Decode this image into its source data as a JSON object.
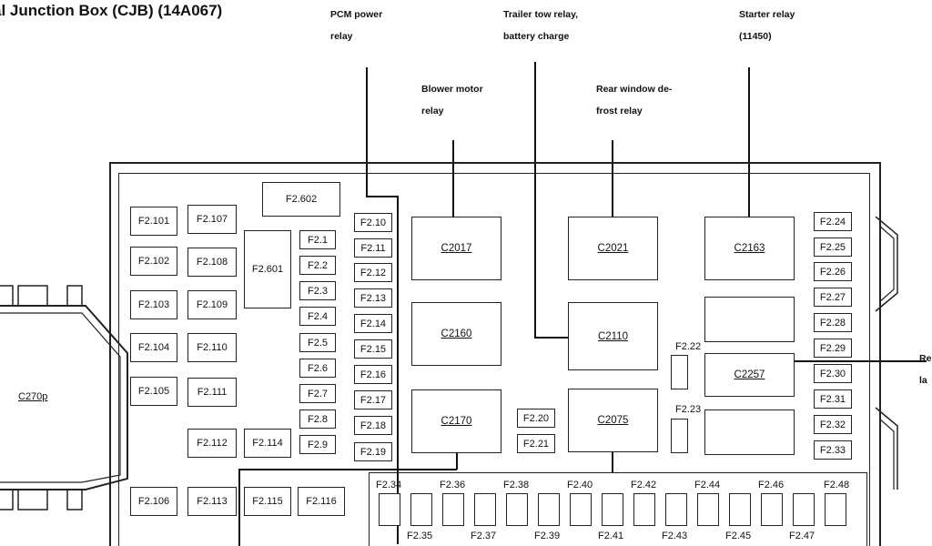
{
  "title": "al Junction Box (CJB) (14A067)",
  "callouts": {
    "pcm_power_relay": "PCM power\nrelay",
    "blower_motor_relay": "Blower motor\nrelay",
    "trailer_tow_relay": "Trailer tow relay,\nbattery charge",
    "rear_window_defrost_relay": "Rear window de-\nfrost relay",
    "starter_relay": "Starter relay\n(11450)",
    "right_edge": "Re\nla"
  },
  "connectors": {
    "c270p": "C270p",
    "c2017": "C2017",
    "c2021": "C2021",
    "c2163": "C2163",
    "c2160": "C2160",
    "c2110": "C2110",
    "c2257": "C2257",
    "c2170": "C2170",
    "c2075": "C2075"
  },
  "fuses": {
    "f2_101": "F2.101",
    "f2_102": "F2.102",
    "f2_103": "F2.103",
    "f2_104": "F2.104",
    "f2_105": "F2.105",
    "f2_106": "F2.106",
    "f2_107": "F2.107",
    "f2_108": "F2.108",
    "f2_109": "F2.109",
    "f2_110": "F2.110",
    "f2_111": "F2.111",
    "f2_112": "F2.112",
    "f2_113": "F2.113",
    "f2_114": "F2.114",
    "f2_115": "F2.115",
    "f2_116": "F2.116",
    "f2_601": "F2.601",
    "f2_602": "F2.602",
    "f2_1": "F2.1",
    "f2_2": "F2.2",
    "f2_3": "F2.3",
    "f2_4": "F2.4",
    "f2_5": "F2.5",
    "f2_6": "F2.6",
    "f2_7": "F2.7",
    "f2_8": "F2.8",
    "f2_9": "F2.9",
    "f2_10": "F2.10",
    "f2_11": "F2.11",
    "f2_12": "F2.12",
    "f2_13": "F2.13",
    "f2_14": "F2.14",
    "f2_15": "F2.15",
    "f2_16": "F2.16",
    "f2_17": "F2.17",
    "f2_18": "F2.18",
    "f2_19": "F2.19",
    "f2_20": "F2.20",
    "f2_21": "F2.21",
    "f2_22": "F2.22",
    "f2_23": "F2.23",
    "f2_24": "F2.24",
    "f2_25": "F2.25",
    "f2_26": "F2.26",
    "f2_27": "F2.27",
    "f2_28": "F2.28",
    "f2_29": "F2.29",
    "f2_30": "F2.30",
    "f2_31": "F2.31",
    "f2_32": "F2.32",
    "f2_33": "F2.33",
    "f2_34": "F2.34",
    "f2_35": "F2.35",
    "f2_36": "F2.36",
    "f2_37": "F2.37",
    "f2_38": "F2.38",
    "f2_39": "F2.39",
    "f2_40": "F2.40",
    "f2_41": "F2.41",
    "f2_42": "F2.42",
    "f2_43": "F2.43",
    "f2_44": "F2.44",
    "f2_45": "F2.45",
    "f2_46": "F2.46",
    "f2_47": "F2.47",
    "f2_48": "F2.48"
  }
}
